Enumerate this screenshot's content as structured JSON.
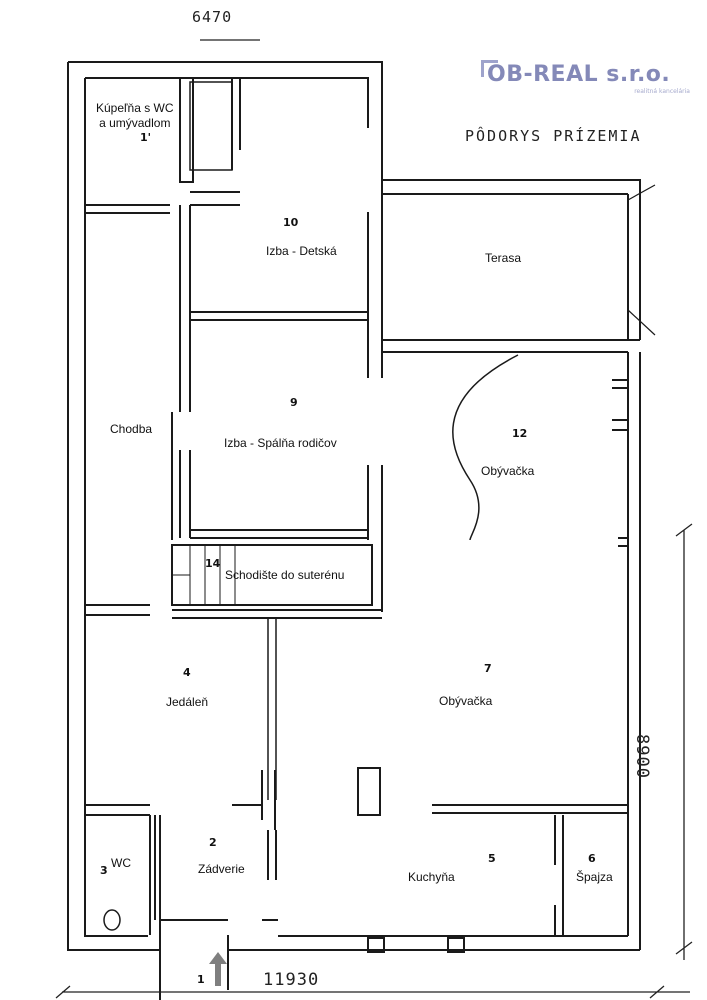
{
  "logo": {
    "name": "OB-REAL s.r.o.",
    "tagline": "realitná kancelária"
  },
  "title": "PÔDORYS PRÍZEMIA",
  "dimensions": {
    "top": "6470",
    "bottom": "11930",
    "right": "8900"
  },
  "rooms": [
    {
      "num": "1'",
      "label": "Kúpeľňa s WC\na umývadlom"
    },
    {
      "num": "10",
      "label": "Izba - Detská"
    },
    {
      "num": "",
      "label": "Terasa"
    },
    {
      "num": "",
      "label": "Chodba"
    },
    {
      "num": "9",
      "label": "Izba - Spálňa rodičov"
    },
    {
      "num": "12",
      "label": "Obývačka"
    },
    {
      "num": "14",
      "label": "Schodište do suterénu"
    },
    {
      "num": "4",
      "label": "Jedáleň"
    },
    {
      "num": "7",
      "label": "Obývačka"
    },
    {
      "num": "3",
      "label": "WC"
    },
    {
      "num": "2",
      "label": "Zádverie"
    },
    {
      "num": "5",
      "label": "Kuchyňa"
    },
    {
      "num": "6",
      "label": "Špajza"
    },
    {
      "num": "1",
      "label": ""
    }
  ],
  "colors": {
    "logo": "#8489b8",
    "wall": "#1a1a1a",
    "arrow": "#7f7f7f"
  }
}
